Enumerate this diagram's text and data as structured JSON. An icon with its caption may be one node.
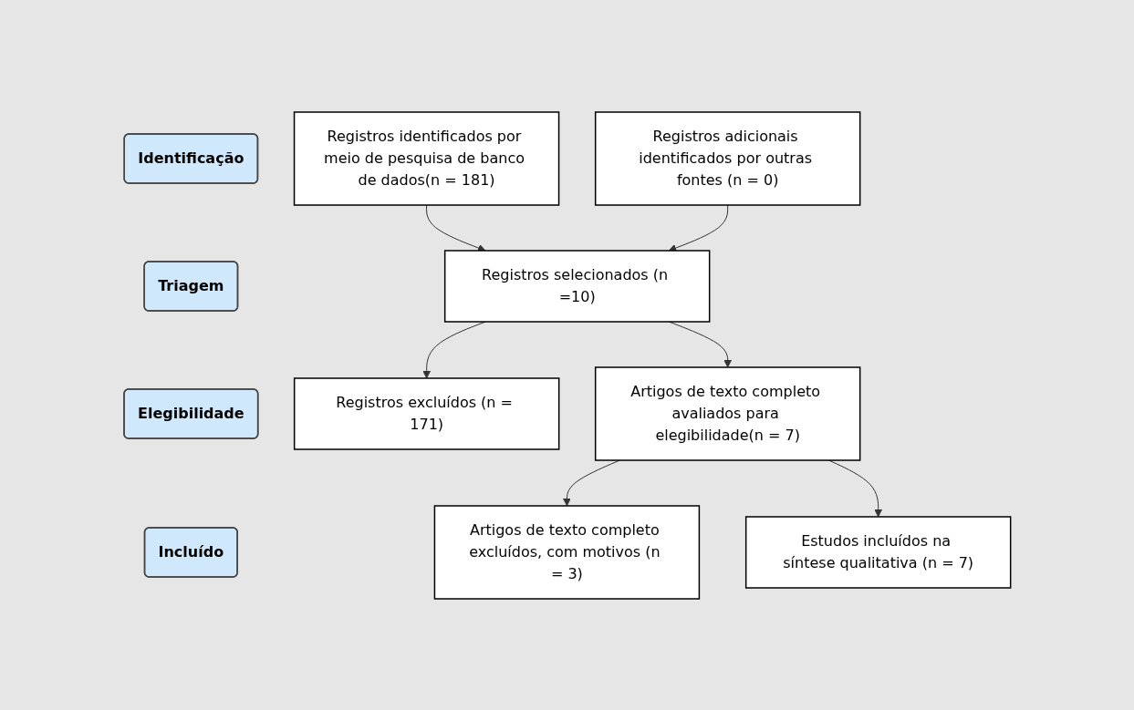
{
  "diagram": {
    "nodes": [
      {
        "text": [
          "Identificação"
        ]
      },
      {
        "text": [
          "Registros identificados por meio de pesquisa de banco de dados(n = 181)"
        ]
      },
      {
        "text": [
          "Registros adicionais identificados por outras fontes (n = 0)"
        ]
      },
      {
        "text": [
          "Triagem"
        ]
      },
      {
        "text": [
          "Registros selecionados (n =10)"
        ]
      },
      {
        "text": [
          "Registros excluídos (n = 171)"
        ]
      },
      {
        "text": [
          "Elegibilidade"
        ]
      },
      {
        "text": [
          "Artigos de texto completo avaliados para elegibilidade(n = 7)"
        ]
      },
      {
        "text": [
          "Artigos de texto completo excluídos, com motivos (n = 3)"
        ]
      },
      {
        "text": [
          "Incluído"
        ]
      },
      {
        "text": [
          "Estudos incluídos na síntese qualitativa (n = 7)"
        ]
      }
    ],
    "edges": [
      {
        "from": 1,
        "to": 4,
        "arrow": "to"
      },
      {
        "from": 2,
        "to": 4,
        "arrow": "to"
      },
      {
        "from": 4,
        "to": 5,
        "arrow": "to"
      },
      {
        "from": 4,
        "to": 7,
        "arrow": "to"
      },
      {
        "from": 7,
        "to": 8,
        "arrow": "to"
      },
      {
        "from": 7,
        "to": 10,
        "arrow": "to"
      }
    ]
  }
}
